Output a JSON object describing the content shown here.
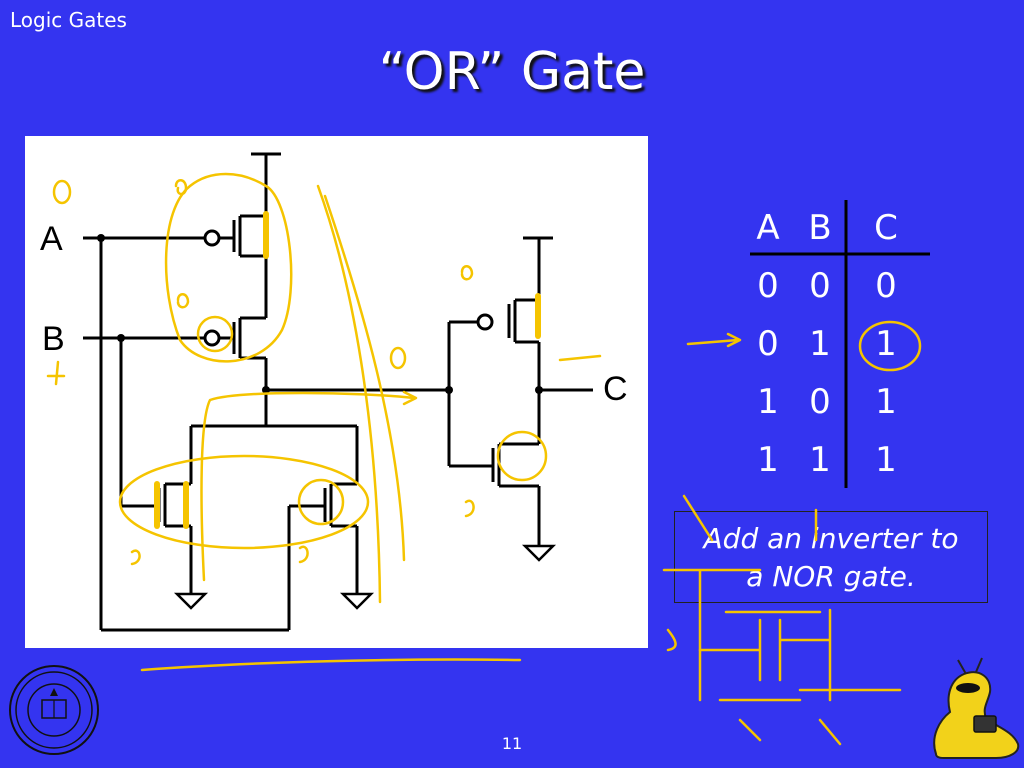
{
  "header": {
    "section": "Logic Gates",
    "title": "“OR” Gate"
  },
  "diagram": {
    "input_a": "A",
    "input_b": "B",
    "output_c": "C"
  },
  "truth_table": {
    "headers": [
      "A",
      "B",
      "C"
    ],
    "rows": [
      [
        "0",
        "0",
        "0"
      ],
      [
        "0",
        "1",
        "1"
      ],
      [
        "1",
        "0",
        "1"
      ],
      [
        "1",
        "1",
        "1"
      ]
    ]
  },
  "note": {
    "line1": "Add an inverter to",
    "line2": "a NOR gate."
  },
  "footer": {
    "page_number": "11"
  },
  "colors": {
    "background": "#3434f0",
    "annotation": "#f5c400",
    "text": "#ffffff"
  }
}
